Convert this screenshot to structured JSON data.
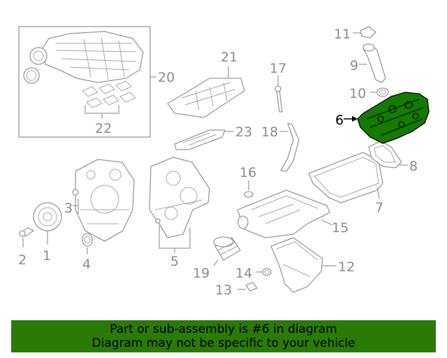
{
  "callouts": [
    {
      "id": "1",
      "label": "1"
    },
    {
      "id": "2",
      "label": "2"
    },
    {
      "id": "3",
      "label": "3"
    },
    {
      "id": "4",
      "label": "4"
    },
    {
      "id": "5",
      "label": "5"
    },
    {
      "id": "6",
      "label": "6",
      "highlighted": true
    },
    {
      "id": "7",
      "label": "7"
    },
    {
      "id": "8",
      "label": "8"
    },
    {
      "id": "9",
      "label": "9"
    },
    {
      "id": "10",
      "label": "10"
    },
    {
      "id": "11",
      "label": "11"
    },
    {
      "id": "12",
      "label": "12"
    },
    {
      "id": "13",
      "label": "13"
    },
    {
      "id": "14",
      "label": "14"
    },
    {
      "id": "15",
      "label": "15"
    },
    {
      "id": "16",
      "label": "16"
    },
    {
      "id": "17",
      "label": "17"
    },
    {
      "id": "18",
      "label": "18"
    },
    {
      "id": "19",
      "label": "19"
    },
    {
      "id": "20",
      "label": "20"
    },
    {
      "id": "21",
      "label": "21"
    },
    {
      "id": "22",
      "label": "22"
    },
    {
      "id": "23",
      "label": "23"
    }
  ],
  "highlight_color": "#147a00",
  "banner": {
    "line1": "Part or sub-assembly is #6 in diagram",
    "line2": "Diagram may not be specific to your vehicle",
    "background": "#2a7a06"
  }
}
